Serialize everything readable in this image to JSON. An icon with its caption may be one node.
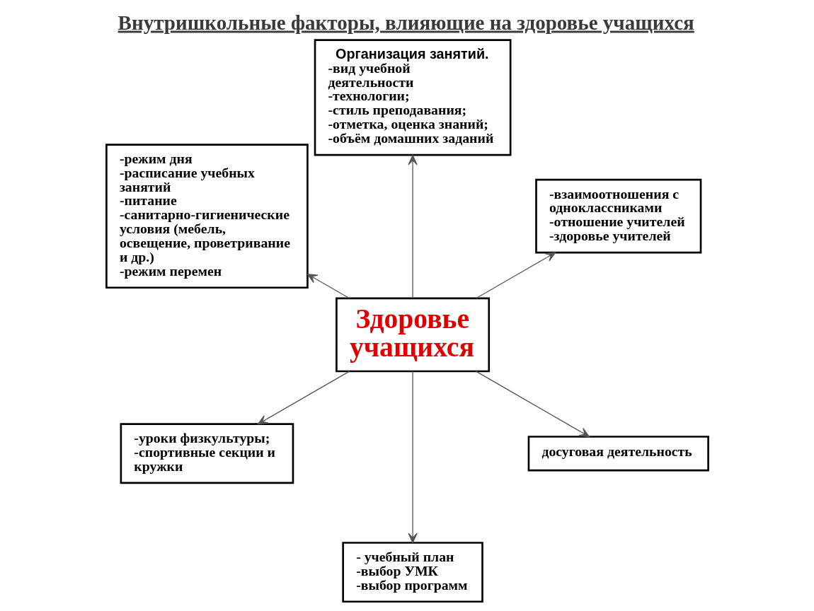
{
  "diagram": {
    "title": "Внутришкольные факторы, влияющие на здоровье учащихся",
    "nodes": [
      {
        "text": [
          "Здоровье учащихся"
        ]
      },
      {
        "text": [
          "-взаимоотношения с одноклассниками",
          "-отношение учителей",
          "-здоровье учителей"
        ]
      },
      {
        "text": [
          "Организация занятий.",
          "-вид учебной деятельности",
          "-технологии;",
          "-стиль преподавания;",
          "-отметка, оценка знаний;",
          "-объём домашних заданий"
        ]
      },
      {
        "text": [
          "-режим дня",
          "-расписание учебных занятий",
          "-питание",
          "-санитарно-гигиенические условия (мебель, освещение, проветривание и др.)",
          "-режим перемен"
        ]
      },
      {
        "text": [
          "-уроки физкультуры;",
          "-спортивные секции и кружки"
        ]
      },
      {
        "text": [
          "- учебный план",
          "-выбор УМК",
          "-выбор программ"
        ]
      },
      {
        "text": [
          "досуговая деятельность"
        ]
      }
    ],
    "edges": [
      {
        "from": 0,
        "to": 1,
        "arrow": "to"
      },
      {
        "from": 0,
        "to": 3,
        "arrow": "to"
      },
      {
        "from": 0,
        "to": 6,
        "arrow": "to"
      },
      {
        "from": 0,
        "to": 5,
        "arrow": "to"
      },
      {
        "from": 0,
        "to": 4,
        "arrow": "to"
      },
      {
        "from": 0,
        "to": 2,
        "arrow": "to"
      }
    ]
  }
}
